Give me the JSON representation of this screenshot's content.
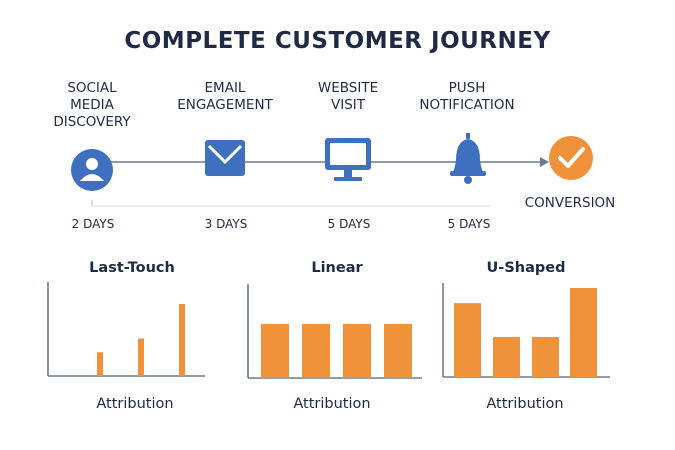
{
  "title": "COMPLETE CUSTOMER JOURNEY",
  "stages": [
    {
      "label": "SOCIAL\nMEDIA\nDISCOVERY",
      "icon": "user-icon"
    },
    {
      "label": "EMAIL\nENGAGEMENT",
      "icon": "email-icon"
    },
    {
      "label": "WEBSITE\nVISIT",
      "icon": "monitor-icon"
    },
    {
      "label": "PUSH\nNOTIFICATION",
      "icon": "bell-icon"
    }
  ],
  "conversion": {
    "label": "CONVERSION",
    "icon": "check-icon"
  },
  "gaps": [
    "2 DAYS",
    "3 DAYS",
    "5 DAYS",
    "5 DAYS"
  ],
  "colors": {
    "blue": "#3f6fbf",
    "orange": "#f0923a",
    "line": "#6b7a90",
    "text": "#1f2a44"
  },
  "charts": [
    {
      "title": "Last-Touch",
      "footer": "Attribution"
    },
    {
      "title": "Linear",
      "footer": "Attribution"
    },
    {
      "title": "U-Shaped",
      "footer": "Attribution"
    }
  ],
  "chart_data": [
    {
      "type": "bar",
      "title": "Last-Touch",
      "xlabel": "Attribution",
      "values": [
        0.33,
        0.52,
        1.0
      ]
    },
    {
      "type": "bar",
      "title": "Linear",
      "xlabel": "Attribution",
      "values": [
        0.25,
        0.25,
        0.25,
        0.25
      ]
    },
    {
      "type": "bar",
      "title": "U-Shaped",
      "xlabel": "Attribution",
      "values": [
        0.83,
        0.45,
        0.45,
        1.0
      ]
    }
  ]
}
